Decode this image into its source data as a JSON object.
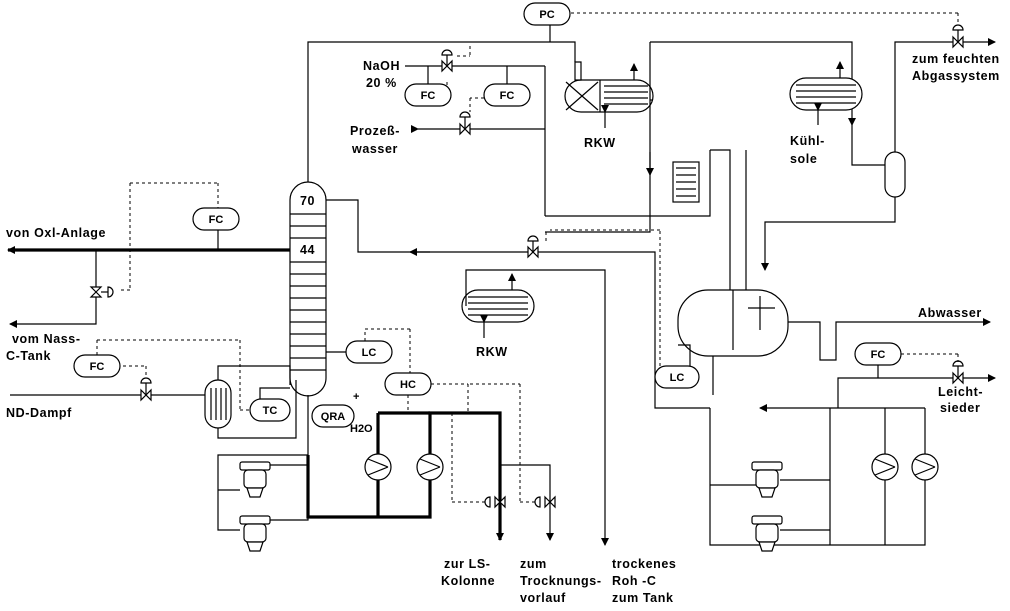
{
  "labels": {
    "naoh": "NaOH",
    "naoh_conc": "20 %",
    "process_water_1": "Prozeß-",
    "process_water_2": "wasser",
    "oxl_plant": "von  Oxl-Anlage",
    "nass_tank_1": "vom  Nass-",
    "nass_tank_2": "C-Tank",
    "lp_steam": "ND-Dampf",
    "rkw_top": "RKW",
    "rkw_mid": "RKW",
    "brine_1": "Kühl-",
    "brine_2": "sole",
    "offgas_1": "zum  feuchten",
    "offgas_2": "Abgassystem",
    "waste_water": "Abwasser",
    "light_ends_1": "Leicht-",
    "light_ends_2": "sieder",
    "ls_col_1": "zur  LS-",
    "ls_col_2": "Kolonne",
    "dry_1": "zum",
    "dry_2": "Trocknungs-",
    "dry_3": "vorlauf",
    "raw_1": "trockenes",
    "raw_2": "Roh -C",
    "raw_3": "zum  Tank",
    "h2o": "H2O",
    "plus": "+"
  },
  "column": {
    "tray_top": "70",
    "tray_feed": "44"
  },
  "instruments": {
    "pc": "PC",
    "fc_naoh": "FC",
    "fc_water": "FC",
    "fc_feed": "FC",
    "fc_steam": "FC",
    "fc_light": "FC",
    "lc_column": "LC",
    "lc_decanter": "LC",
    "hc": "HC",
    "tc": "TC",
    "qra": "QRA"
  }
}
